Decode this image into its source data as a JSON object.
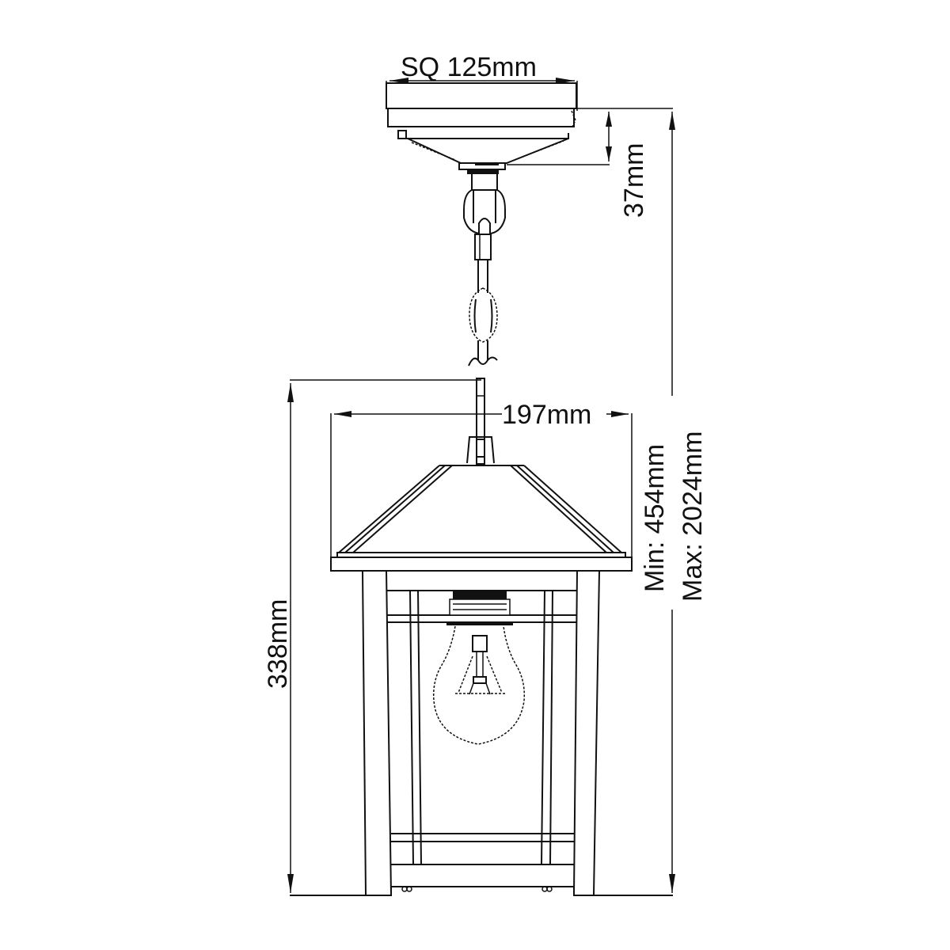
{
  "drawing": {
    "title": "Pendant lantern dimension drawing",
    "line_color": "#111111",
    "background": "#ffffff",
    "dimensions": {
      "canopy_width": "SQ 125mm",
      "canopy_height": "37mm",
      "lantern_width": "197mm",
      "lantern_height": "338mm",
      "overall_min": "Min: 454mm",
      "overall_max": "Max: 2024mm"
    },
    "components": [
      "ceiling canopy",
      "chain",
      "lantern roof",
      "lantern body",
      "light bulb"
    ]
  }
}
